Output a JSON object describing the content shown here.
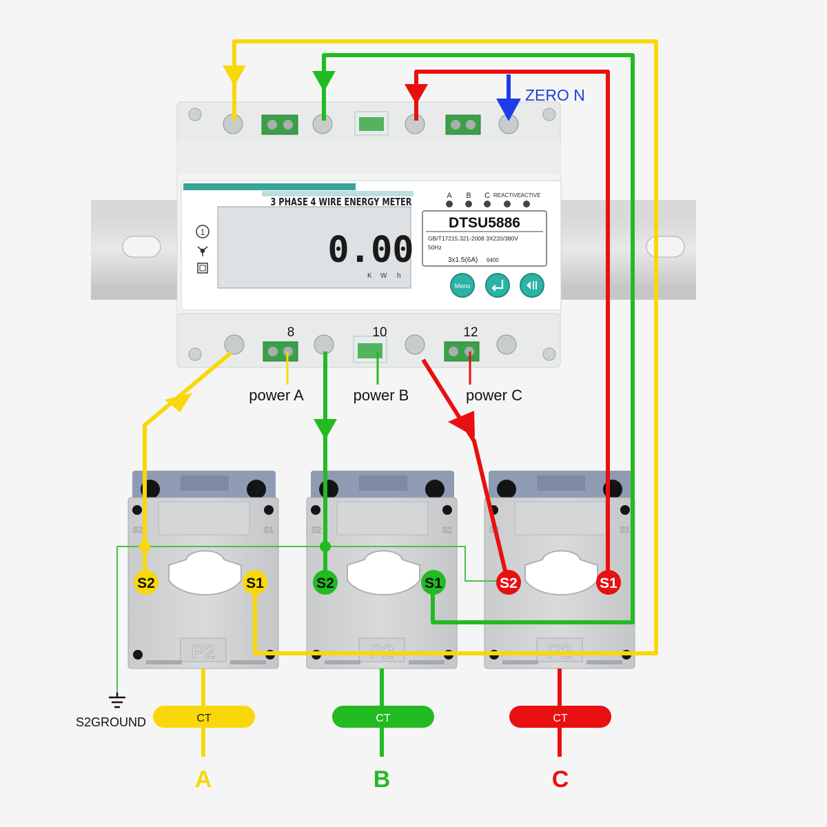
{
  "meter": {
    "header": "3 PHASE 4 WIRE ENERGY METER",
    "reading": "0.00",
    "units": [
      "K",
      "W",
      "h"
    ],
    "indicators": [
      "A",
      "B",
      "C",
      "REACTIVE",
      "ACTIVE"
    ],
    "model": "DTSU5886",
    "spec_line1": "GB/T17215.321-2008  3X220/380V",
    "spec_line2": "50Hz",
    "spec_line3": "3x1.5(6A)",
    "spec_line4": "6400",
    "menu_button": "Menu",
    "side_icons": [
      "power-icon",
      "star-connection-icon",
      "square-icon"
    ],
    "terminal_numbers": [
      "8",
      "10",
      "12"
    ]
  },
  "labels": {
    "zero_n": "ZERO N",
    "power_a": "power A",
    "power_b": "power B",
    "power_c": "power C",
    "ground": "S2GROUND"
  },
  "cts": [
    {
      "phase": "A",
      "s2": "S2",
      "s1": "S1",
      "ct": "CT",
      "p2": "P2",
      "corner_s2": "S2",
      "corner_s1": "S1"
    },
    {
      "phase": "B",
      "s2": "S2",
      "s1": "S1",
      "ct": "CT",
      "p2": "P2",
      "corner_s2": "S2",
      "corner_s1": "S1"
    },
    {
      "phase": "C",
      "s2": "S2",
      "s1": "S1",
      "ct": "CT",
      "p2": "P2",
      "corner_s2": "S2",
      "corner_s1": "S1"
    }
  ],
  "colors": {
    "phase_a": "#f8d80a",
    "phase_b": "#22bb22",
    "phase_c": "#e81010",
    "neutral": "#1e3ce8",
    "zero_n_text": "#2040e0",
    "lcd": "#dde1e3",
    "teal": "#3aa39a",
    "button": "#2bb3a6"
  }
}
